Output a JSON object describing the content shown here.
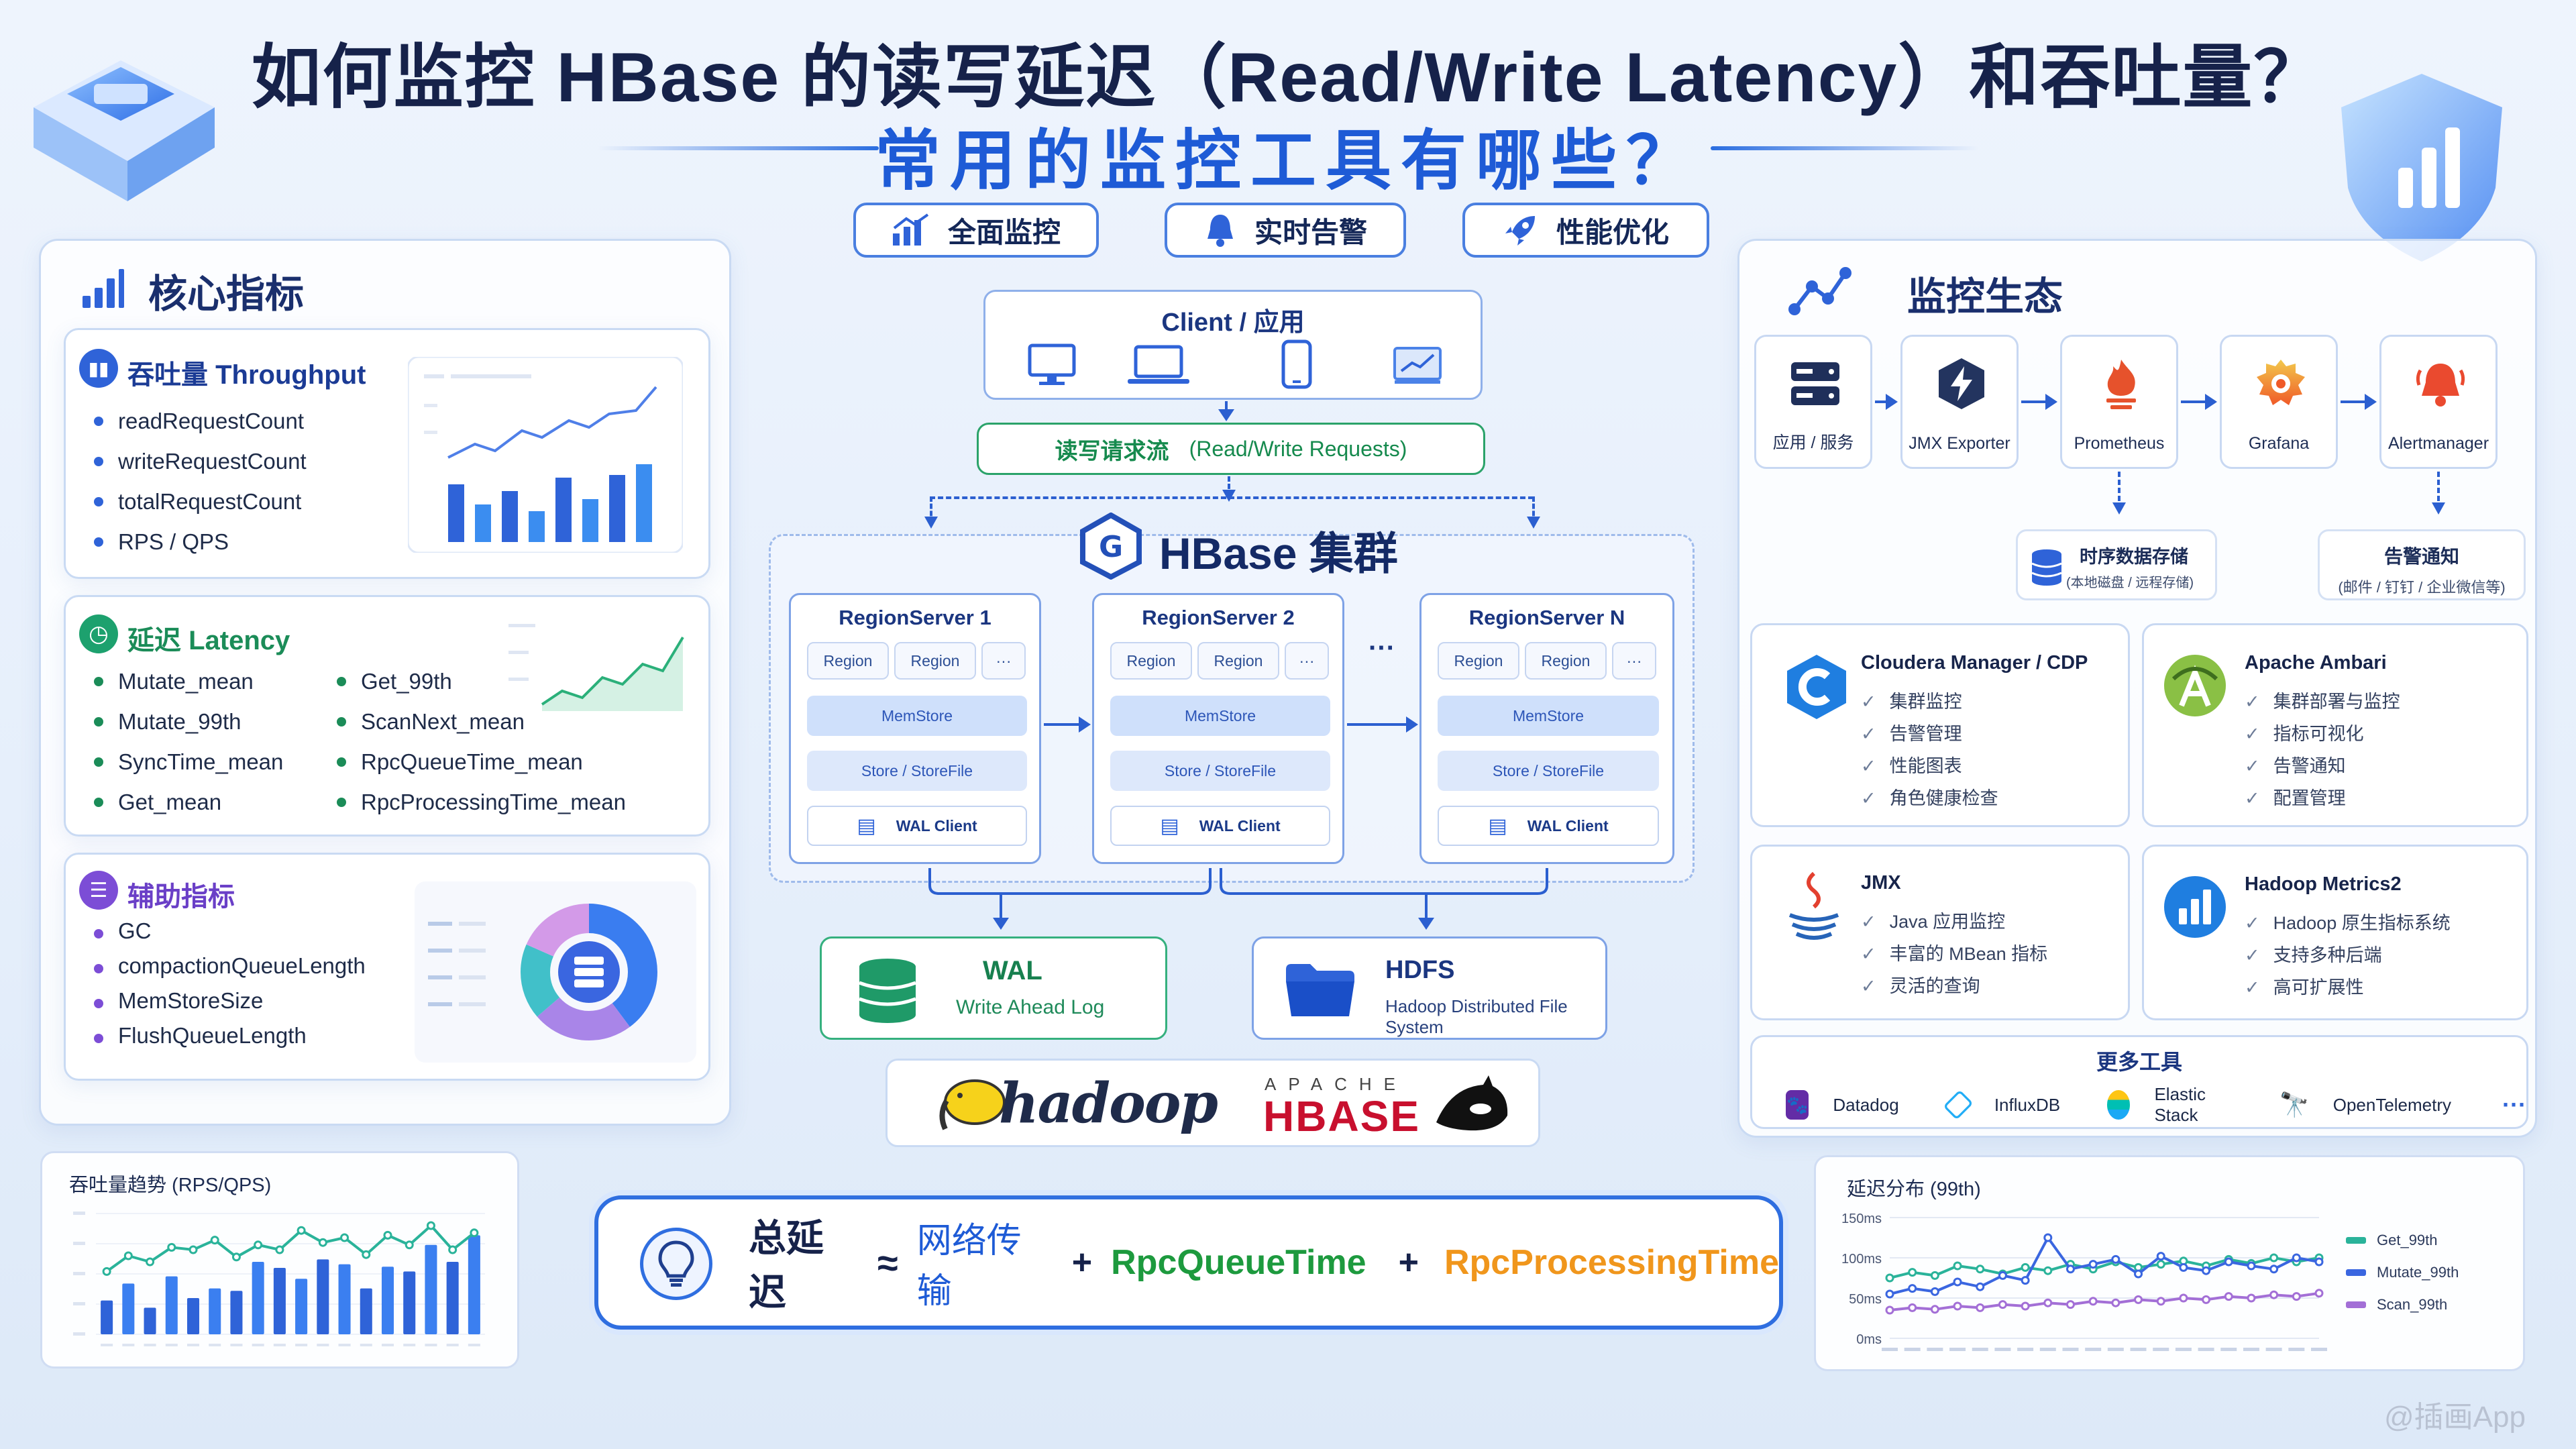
{
  "header": {
    "title_line1": "如何监控 HBase 的读写延迟（Read/Write Latency）和吞吐量？",
    "title_line2": "常用的监控工具有哪些？",
    "pills": [
      {
        "label": "全面监控",
        "icon": "bar-chart-icon"
      },
      {
        "label": "实时告警",
        "icon": "bell-icon"
      },
      {
        "label": "性能优化",
        "icon": "rocket-icon"
      }
    ]
  },
  "core_metrics": {
    "title": "核心指标",
    "throughput": {
      "title": "吞吐量 Throughput",
      "items": [
        "readRequestCount",
        "writeRequestCount",
        "totalRequestCount",
        "RPS / QPS"
      ]
    },
    "latency": {
      "title": "延迟 Latency",
      "left_items": [
        "Mutate_mean",
        "Mutate_99th",
        "SyncTime_mean",
        "Get_mean"
      ],
      "right_items": [
        "Get_99th",
        "ScanNext_mean",
        "RpcQueueTime_mean",
        "RpcProcessingTime_mean"
      ]
    },
    "auxiliary": {
      "title": "辅助指标",
      "items": [
        "GC",
        "compactionQueueLength",
        "MemStoreSize",
        "FlushQueueLength"
      ]
    }
  },
  "architecture": {
    "client_label": "Client / 应用",
    "request_flow": "读写请求流",
    "request_flow_en": "(Read/Write Requests)",
    "cluster_title": "HBase 集群",
    "region_servers": [
      {
        "name": "RegionServer 1"
      },
      {
        "name": "RegionServer 2"
      },
      {
        "name": "RegionServer N"
      }
    ],
    "region_label": "Region",
    "more_label": "···",
    "ellipsis": "···",
    "memstore": "MemStore",
    "store": "Store / StoreFile",
    "wal_client": "WAL Client",
    "wal": {
      "title": "WAL",
      "subtitle": "Write Ahead Log"
    },
    "hdfs": {
      "title": "HDFS",
      "subtitle": "Hadoop Distributed File System"
    },
    "logo_hadoop": "hadoop",
    "logo_apache": "APACHE",
    "logo_hbase": "HBASE"
  },
  "ecosystem": {
    "title": "监控生态",
    "pipeline": [
      {
        "label": "应用 / 服务",
        "icon": "server-icon"
      },
      {
        "label": "JMX Exporter",
        "icon": "bolt-hexagon-icon"
      },
      {
        "label": "Prometheus",
        "icon": "prometheus-flame-icon"
      },
      {
        "label": "Grafana",
        "icon": "grafana-icon"
      },
      {
        "label": "Alertmanager",
        "icon": "alarm-bell-icon"
      }
    ],
    "tsdb": {
      "title": "时序数据存储",
      "sub": "(本地磁盘 / 远程存储)"
    },
    "alert_notify": {
      "title": "告警通知",
      "sub": "(邮件 / 钉钉 / 企业微信等)"
    },
    "tools": [
      {
        "name": "Cloudera Manager / CDP",
        "features": [
          "集群监控",
          "告警管理",
          "性能图表",
          "角色健康检查"
        ]
      },
      {
        "name": "Apache Ambari",
        "features": [
          "集群部署与监控",
          "指标可视化",
          "告警通知",
          "配置管理"
        ]
      },
      {
        "name": "JMX",
        "features": [
          "Java 应用监控",
          "丰富的 MBean 指标",
          "灵活的查询"
        ]
      },
      {
        "name": "Hadoop Metrics2",
        "features": [
          "Hadoop 原生指标系统",
          "支持多种后端",
          "高可扩展性"
        ]
      }
    ],
    "more_tools": {
      "title": "更多工具",
      "items": [
        "Datadog",
        "InfluxDB",
        "Elastic Stack",
        "OpenTelemetry"
      ],
      "ellipsis": "···"
    }
  },
  "throughput_trend": {
    "title": "吞吐量趋势 (RPS/QPS)"
  },
  "formula": {
    "label": "总延迟",
    "approx": "≈",
    "term1": "网络传输",
    "plus": "+",
    "term2": "RpcQueueTime",
    "term3": "RpcProcessingTime"
  },
  "latency_distribution": {
    "title": "延迟分布 (99th)",
    "y_ticks": [
      "150ms",
      "100ms",
      "50ms",
      "0ms"
    ]
  },
  "chart_data": [
    {
      "type": "line",
      "title": "延迟分布 (99th)",
      "ylim": [
        0,
        150
      ],
      "y_ticks": [
        0,
        50,
        100,
        150
      ],
      "series": [
        {
          "name": "Get_99th",
          "color": "#2ab39a",
          "values": [
            75,
            82,
            78,
            90,
            86,
            80,
            88,
            84,
            92,
            86,
            95,
            88,
            92,
            96,
            90,
            98,
            93,
            100,
            95,
            100
          ]
        },
        {
          "name": "Mutate_99th",
          "color": "#3a66e0",
          "values": [
            55,
            62,
            58,
            70,
            64,
            78,
            72,
            125,
            86,
            92,
            98,
            80,
            102,
            88,
            84,
            95,
            90,
            86,
            100,
            95
          ]
        },
        {
          "name": "Scan_99th",
          "color": "#a36fd6",
          "values": [
            35,
            38,
            36,
            40,
            38,
            42,
            40,
            44,
            42,
            46,
            44,
            48,
            46,
            50,
            48,
            52,
            50,
            54,
            52,
            56
          ]
        }
      ]
    },
    {
      "type": "bar",
      "title": "吞吐量趋势 (RPS/QPS)",
      "ylim": [
        0,
        100
      ],
      "values": [
        28,
        42,
        22,
        48,
        30,
        38,
        36,
        60,
        55,
        46,
        62,
        58,
        38,
        56,
        52,
        74,
        60,
        82
      ],
      "line_values": [
        52,
        65,
        60,
        72,
        70,
        78,
        64,
        74,
        70,
        86,
        76,
        80,
        66,
        82,
        74,
        90,
        70,
        84
      ]
    }
  ],
  "watermark": "@插画App",
  "colors": {
    "primary": "#1e5bd6",
    "green": "#1d9a57",
    "orange": "#f0961c",
    "purple": "#7c4dd6",
    "teal": "#21a68d"
  }
}
